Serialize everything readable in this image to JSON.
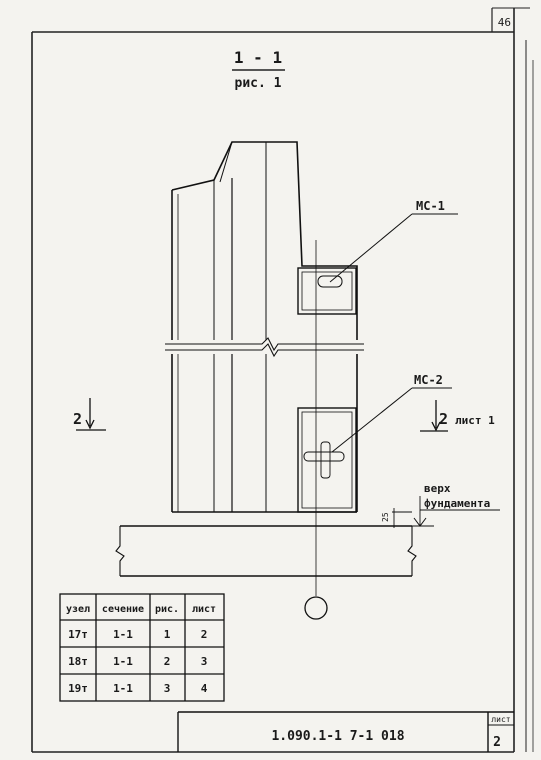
{
  "page_number": "46",
  "section": {
    "label": "1 - 1",
    "figure": "рис. 1"
  },
  "callouts": {
    "mc1": "МС-1",
    "mc2": "МС-2"
  },
  "section_markers": {
    "left": "2",
    "right": "2",
    "right_note": "лист 1"
  },
  "foundation": {
    "line1": "верх",
    "line2": "фундамента",
    "dimension": "25"
  },
  "table": {
    "headers": [
      "узел",
      "сечение",
      "рис.",
      "лист"
    ],
    "rows": [
      [
        "17т",
        "1-1",
        "1",
        "2"
      ],
      [
        "18т",
        "1-1",
        "2",
        "3"
      ],
      [
        "19т",
        "1-1",
        "3",
        "4"
      ]
    ]
  },
  "title_block": {
    "code": "1.090.1-1  7-1   018",
    "sheet_label": "лист",
    "sheet_number": "2"
  }
}
